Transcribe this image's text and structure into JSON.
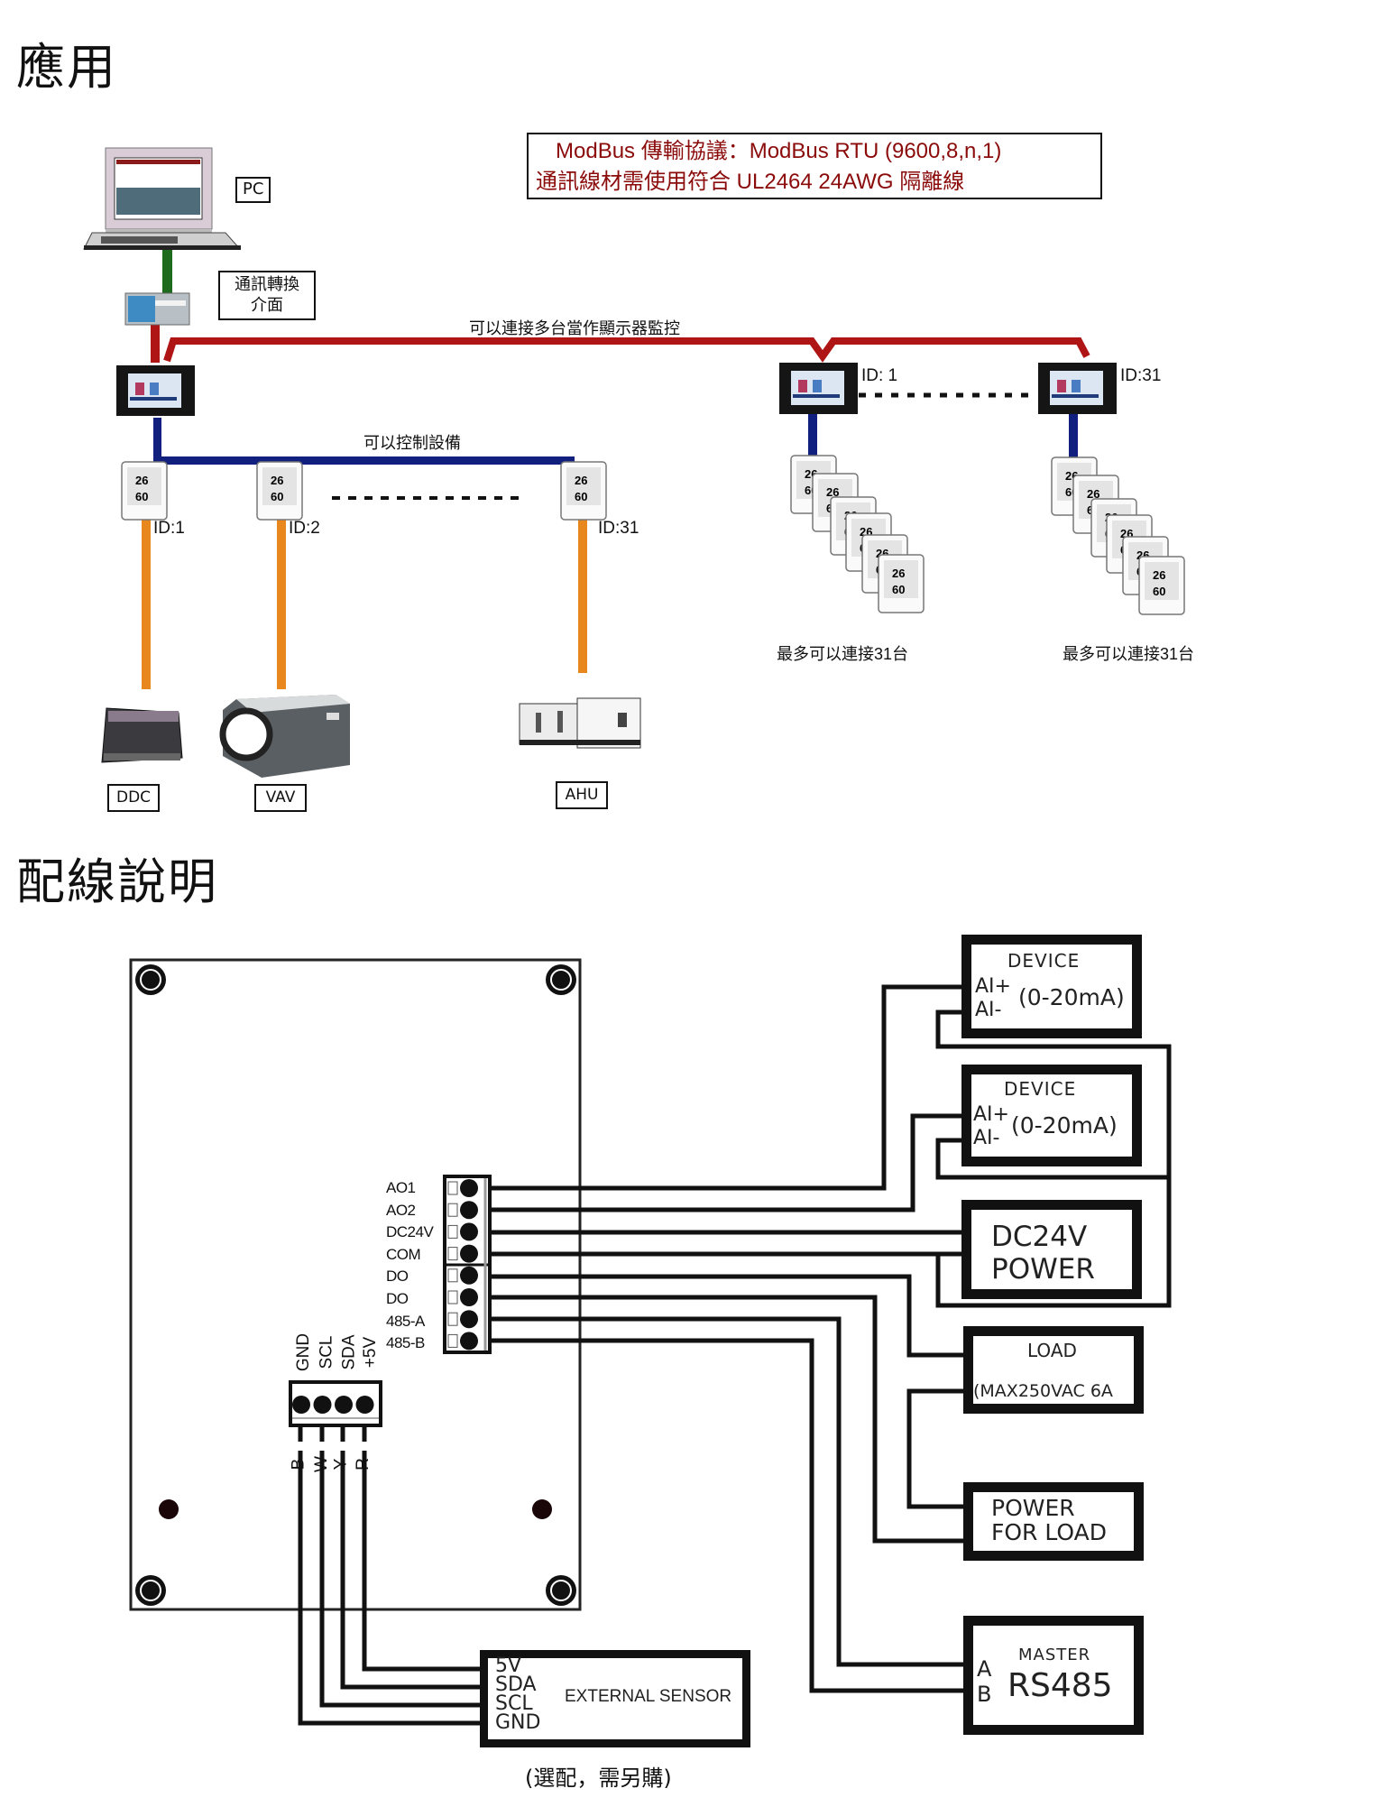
{
  "application": {
    "title": "應用",
    "protocol_note": {
      "line1": "ModBus  傳輸協議：ModBus RTU (9600,8,n,1)",
      "line2": "通訊線材需使用符合 UL2464 24AWG 隔離線"
    },
    "pc_label": "PC",
    "converter_label_line1": "通訊轉換",
    "converter_label_line2": "介面",
    "multi_display_caption": "可以連接多台當作顯示器監控",
    "control_caption": "可以控制設備",
    "controller_ids": [
      "ID:1",
      "ID:2",
      "ID:31"
    ],
    "display_ids": [
      "ID: 1",
      "ID:31"
    ],
    "sensor_readings": {
      "temperature": "26",
      "humidity": "60"
    },
    "max_connect_captions": [
      "最多可以連接31台",
      "最多可以連接31台"
    ],
    "equipment": [
      {
        "label": "DDC"
      },
      {
        "label": "VAV"
      },
      {
        "label": "AHU"
      }
    ],
    "colors": {
      "modbus_line": "#b01515",
      "pc_link": "#1e6b1e",
      "controller_bus": "#11207e",
      "equipment_link": "#e8871e"
    }
  },
  "wiring": {
    "title": "配線說明",
    "terminal_block_main": [
      "AO1",
      "AO2",
      "DC24V",
      "COM",
      "DO",
      "DO",
      "485-A",
      "485-B"
    ],
    "terminal_block_sensor": [
      "GND",
      "SCL",
      "SDA",
      "+5V"
    ],
    "sensor_wire_colors": [
      "B",
      "W",
      "Y",
      "R"
    ],
    "devices": [
      {
        "name": "device-1",
        "title": "DEVICE",
        "pins": [
          "AI+",
          "AI-"
        ],
        "spec": "(0-20mA)"
      },
      {
        "name": "device-2",
        "title": "DEVICE",
        "pins": [
          "AI+",
          "AI-"
        ],
        "spec": "(0-20mA)"
      },
      {
        "name": "dc24v-power",
        "line1": "DC24V",
        "line2": "POWER"
      },
      {
        "name": "load",
        "line1": "LOAD",
        "line2": "(MAX250VAC 6A"
      },
      {
        "name": "power-for-load",
        "line1": "POWER",
        "line2": "FOR LOAD"
      },
      {
        "name": "master-rs485",
        "title": "MASTER",
        "pins": [
          "A",
          "B"
        ],
        "main": "RS485"
      }
    ],
    "external_sensor": {
      "pins": [
        "5V",
        "SDA",
        "SCL",
        "GND"
      ],
      "title": "EXTERNAL SENSOR",
      "note": "(選配，需另購)"
    }
  }
}
